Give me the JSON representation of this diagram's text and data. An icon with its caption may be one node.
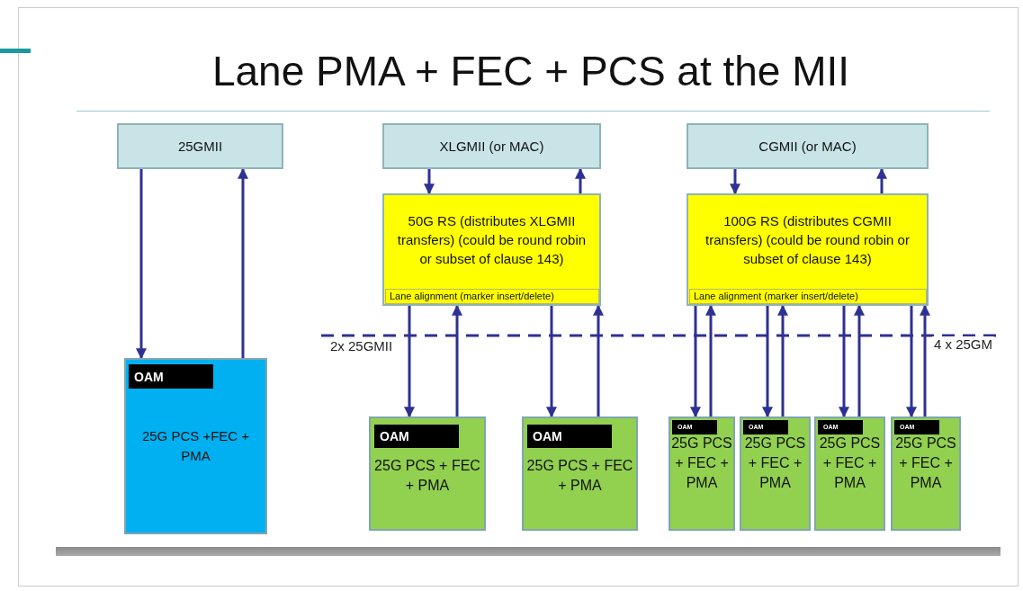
{
  "diagram": {
    "title": "Lane PMA + FEC + PCS at the MII",
    "nodes": [
      {
        "text": [
          "25GMII"
        ]
      },
      {
        "text": [
          "XLGMII (or MAC)"
        ]
      },
      {
        "text": [
          "CGMII (or MAC)"
        ]
      },
      {
        "text": [
          "50G RS (distributes XLGMII transfers) (could be round robin or subset of clause 143)"
        ]
      },
      {
        "text": [
          "Lane alignment (marker insert/delete)"
        ],
        "in": 3
      },
      {
        "text": [
          "100G RS (distributes CGMII transfers) (could be round robin or subset of clause 143)"
        ]
      },
      {
        "text": [
          "Lane alignment (marker insert/delete)"
        ],
        "in": 5
      },
      {
        "text": [
          "25G PCS +FEC + PMA"
        ]
      },
      {
        "text": [
          "OAM"
        ],
        "in": 7
      },
      {
        "text": [
          "25G PCS + FEC + PMA"
        ]
      },
      {
        "text": [
          "OAM"
        ],
        "in": 9
      },
      {
        "text": [
          "25G PCS + FEC + PMA"
        ]
      },
      {
        "text": [
          "OAM"
        ],
        "in": 11
      },
      {
        "text": [
          "25G PCS + FEC + PMA"
        ]
      },
      {
        "text": [
          "OAM"
        ],
        "in": 13
      },
      {
        "text": [
          "25G PCS + FEC + PMA"
        ]
      },
      {
        "text": [
          "OAM"
        ],
        "in": 15
      },
      {
        "text": [
          "25G PCS + FEC + PMA"
        ]
      },
      {
        "text": [
          "OAM"
        ],
        "in": 17
      },
      {
        "text": [
          "25G PCS + FEC + PMA"
        ]
      },
      {
        "text": [
          "OAM"
        ],
        "in": 19
      }
    ],
    "edges": [
      {
        "from": 0,
        "to": 7,
        "arrow": "to"
      },
      {
        "from": 7,
        "to": 0,
        "arrow": "to"
      },
      {
        "from": 1,
        "to": 3,
        "arrow": "to"
      },
      {
        "from": 3,
        "to": 1,
        "arrow": "to"
      },
      {
        "from": 2,
        "to": 5,
        "arrow": "to"
      },
      {
        "from": 5,
        "to": 2,
        "arrow": "to"
      },
      {
        "from": 4,
        "to": 9,
        "arrow": "to"
      },
      {
        "from": 9,
        "to": 4,
        "arrow": "to"
      },
      {
        "from": 4,
        "to": 11,
        "arrow": "to"
      },
      {
        "from": 11,
        "to": 4,
        "arrow": "to"
      },
      {
        "from": 6,
        "to": 13,
        "arrow": "to"
      },
      {
        "from": 13,
        "to": 6,
        "arrow": "to"
      },
      {
        "from": 6,
        "to": 15,
        "arrow": "to"
      },
      {
        "from": 15,
        "to": 6,
        "arrow": "to"
      },
      {
        "from": 6,
        "to": 17,
        "arrow": "to"
      },
      {
        "from": 17,
        "to": 6,
        "arrow": "to"
      },
      {
        "from": 6,
        "to": 19,
        "arrow": "to"
      },
      {
        "from": 19,
        "to": 6,
        "arrow": "to"
      }
    ],
    "labels": [
      "2x 25GMII",
      "4 x 25GM"
    ]
  }
}
